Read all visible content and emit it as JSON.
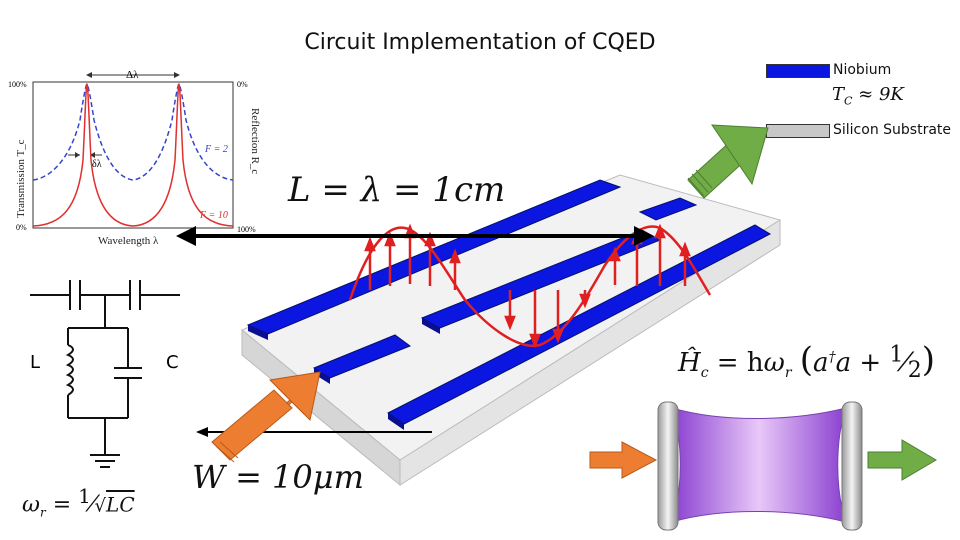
{
  "title": "Circuit Implementation of CQED",
  "legend": {
    "niobium_label": "Niobium",
    "niobium_color": "#0b17e0",
    "tc_equation": "T_C ≈ 9K",
    "substrate_label": "Silicon Substrate",
    "substrate_color": "#c8c8c8"
  },
  "plot": {
    "delta_lambda_top": "Δλ",
    "delta_lambda_small": "δλ",
    "left_top_tick": "100%",
    "left_bottom_tick": "0%",
    "right_top_tick": "0%",
    "right_bottom_tick": "100%",
    "left_axis_label": "Transmission T_c",
    "right_axis_label": "Reflection R_c",
    "xlabel": "Wavelength λ",
    "f2_label": "F = 2",
    "f10_label": "F = 10",
    "blue_color": "#3346c8",
    "red_color": "#e03030"
  },
  "equations": {
    "length": "L = λ = 1cm",
    "width": "W = 10μm",
    "hamiltonian": "Ĥc = hωr (a†a + 1/2)",
    "omega": "ωr = 1/√LC"
  },
  "circuit": {
    "inductor_label": "L",
    "capacitor_label": "C"
  },
  "colors": {
    "arrow_orange": "#ed7d31",
    "arrow_green": "#70ad47",
    "wave_red": "#e02020",
    "cavity_purple": "#b070e0"
  }
}
